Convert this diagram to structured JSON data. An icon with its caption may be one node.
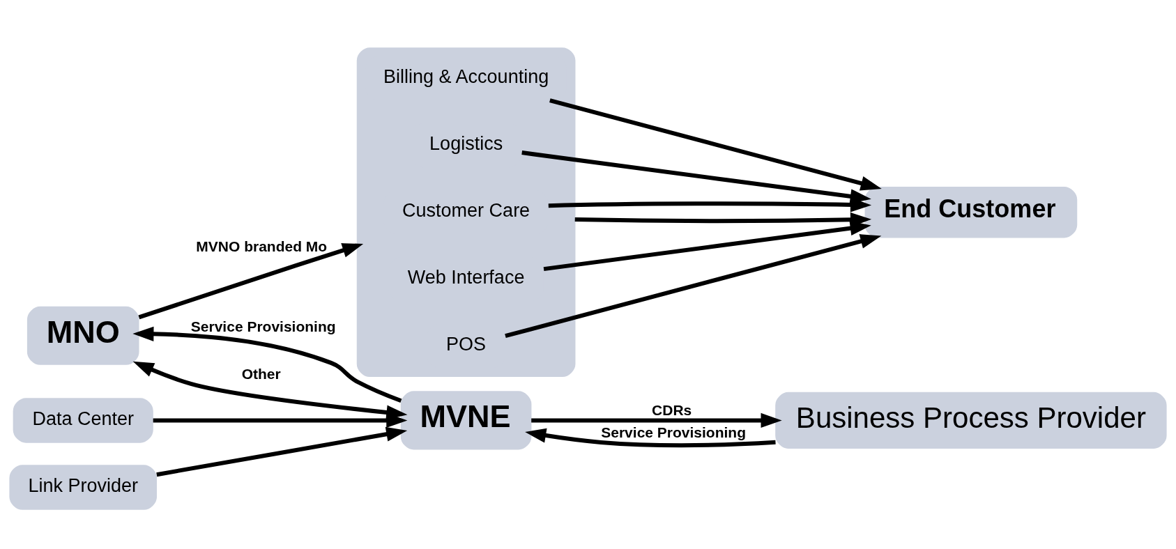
{
  "diagram": {
    "nodes": [
      {
        "text": [
          "MNO"
        ]
      },
      {
        "text": [
          "MVNE"
        ]
      },
      {
        "text": [],
        "shape": "box"
      },
      {
        "text": [
          "Business Process Provider"
        ]
      },
      {
        "text": [
          "Customer Care"
        ],
        "in": 2
      },
      {
        "text": [
          "Web Interface"
        ],
        "in": 2
      },
      {
        "text": [
          "POS"
        ],
        "in": 2
      },
      {
        "text": [
          "Billing & Accounting"
        ],
        "in": 2
      },
      {
        "text": [
          "Logistics"
        ],
        "in": 2
      },
      {
        "text": [
          "Data Center"
        ]
      },
      {
        "text": [
          "Link Provider"
        ]
      },
      {
        "text": [
          "End Customer"
        ]
      }
    ],
    "edges": [
      {
        "from": 0,
        "to": 2,
        "arrow": "to",
        "label": "MVNO branded Mo"
      },
      {
        "from": 2,
        "to": 11,
        "arrow": "to"
      },
      {
        "from": 1,
        "to": 0,
        "arrow": "to",
        "label": "Service Provisioning"
      },
      {
        "from": 0,
        "to": 1,
        "arrow": "both",
        "label": "Other"
      },
      {
        "from": 3,
        "to": 1,
        "arrow": "to",
        "label": "Service Provisioning"
      },
      {
        "from": 1,
        "to": 3,
        "arrow": "to",
        "label": "CDRs"
      },
      {
        "from": 9,
        "to": 1,
        "arrow": "to"
      },
      {
        "from": 10,
        "to": 1,
        "arrow": "to"
      },
      {
        "from": 4,
        "to": 11,
        "arrow": "to"
      },
      {
        "from": 5,
        "to": 11,
        "arrow": "to"
      },
      {
        "from": 6,
        "to": 11,
        "arrow": "to"
      },
      {
        "from": 7,
        "to": 11,
        "arrow": "to"
      },
      {
        "from": 8,
        "to": 11,
        "arrow": "to"
      }
    ]
  }
}
